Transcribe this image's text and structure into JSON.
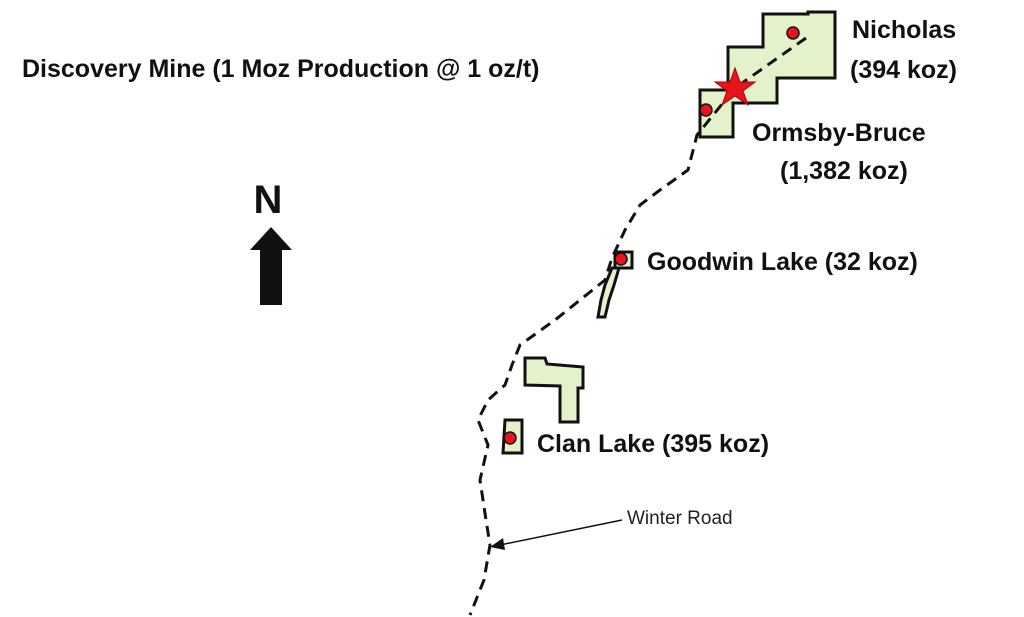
{
  "labels": {
    "discovery": "Discovery Mine (1 Moz Production @ 1 oz/t)",
    "nicholas_name": "Nicholas",
    "nicholas_koz": "(394  koz)",
    "ormsby_name": "Ormsby-Bruce",
    "ormsby_koz": "(1,382 koz)",
    "goodwin": "Goodwin Lake (32 koz)",
    "clan": "Clan Lake (395 koz)",
    "winter_road": "Winter Road",
    "north": "N"
  },
  "colors": {
    "claim": "#e4f2cc",
    "deposit": "#e8141b",
    "star": "#e8141b"
  }
}
